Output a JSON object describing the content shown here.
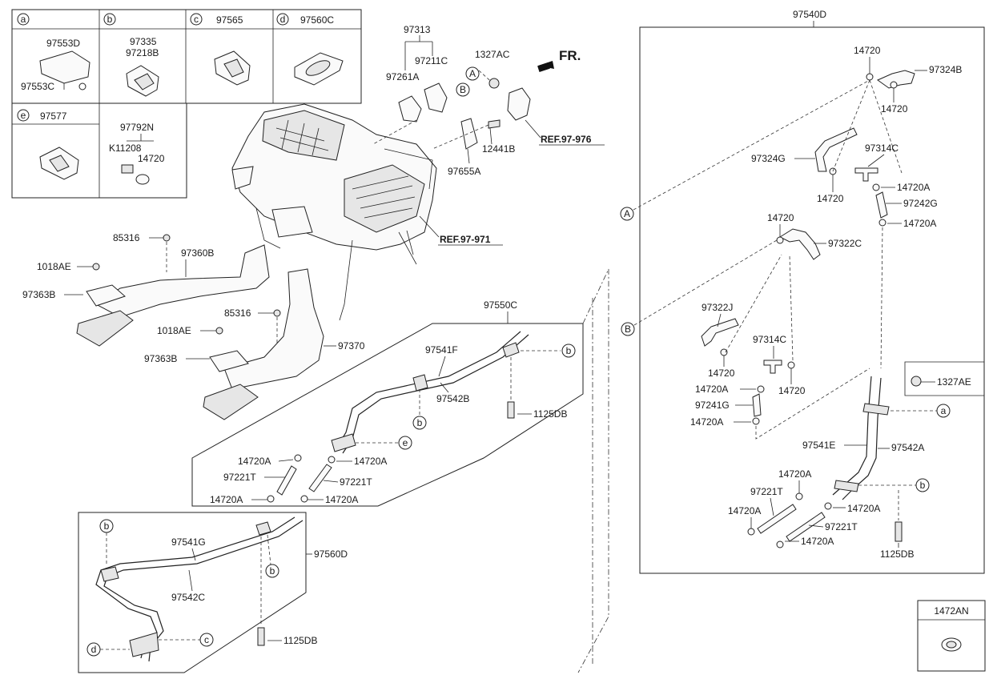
{
  "legend": {
    "cells": [
      {
        "letter": "a",
        "parts": [
          "97553D",
          "97553C"
        ]
      },
      {
        "letter": "b",
        "parts": [
          "97335",
          "97218B"
        ]
      },
      {
        "letter": "c",
        "parts": [
          "97565"
        ]
      },
      {
        "letter": "d",
        "parts": [
          "97560C"
        ]
      },
      {
        "letter": "e",
        "parts": [
          "97577"
        ]
      },
      {
        "letter": "",
        "parts": [
          "97792N",
          "K11208",
          "14720"
        ]
      }
    ]
  },
  "direction": "FR.",
  "refs": [
    "REF.97-976",
    "REF.97-971"
  ],
  "callouts": {
    "A": "A",
    "B": "B",
    "a": "a",
    "b": "b",
    "c": "c",
    "d": "d",
    "e": "e"
  },
  "parts": {
    "p97313": "97313",
    "p97211C": "97211C",
    "p97261A": "97261A",
    "p1327AC": "1327AC",
    "p12441B": "12441B",
    "p97655A": "97655A",
    "p85316a": "85316",
    "p97360B": "97360B",
    "p1018AEa": "1018AE",
    "p97363Ba": "97363B",
    "p85316b": "85316",
    "p1018AEb": "1018AE",
    "p97370": "97370",
    "p97363Bb": "97363B",
    "p97550C": "97550C",
    "p97541F": "97541F",
    "p97542B": "97542B",
    "p1125DBa": "1125DB",
    "p14720Aa": "14720A",
    "p14720Ab": "14720A",
    "p97221Ta": "97221T",
    "p97221Tb": "97221T",
    "p14720Ac": "14720A",
    "p14720Ad": "14720A",
    "p97560D": "97560D",
    "p97541G": "97541G",
    "p97542C": "97542C",
    "p1125DBb": "1125DB",
    "p97540D": "97540D",
    "p14720a": "14720",
    "p97324B": "97324B",
    "p14720b": "14720",
    "p97324G": "97324G",
    "p97314Ca": "97314C",
    "p14720c": "14720",
    "p14720Ae": "14720A",
    "p97242G": "97242G",
    "p14720Af": "14720A",
    "p14720d": "14720",
    "p97322C": "97322C",
    "p97322J": "97322J",
    "p97314Cb": "97314C",
    "p14720e": "14720",
    "p14720Ag": "14720A",
    "p14720f": "14720",
    "p97241G": "97241G",
    "p14720Ah": "14720A",
    "p1327AE": "1327AE",
    "p97541E": "97541E",
    "p97542A": "97542A",
    "p14720Ai": "14720A",
    "p97221Tc": "97221T",
    "p14720Aj": "14720A",
    "p14720Ak": "14720A",
    "p97221Td": "97221T",
    "p14720Al": "14720A",
    "p1125DBc": "1125DB"
  },
  "corner_part": "1472AN"
}
